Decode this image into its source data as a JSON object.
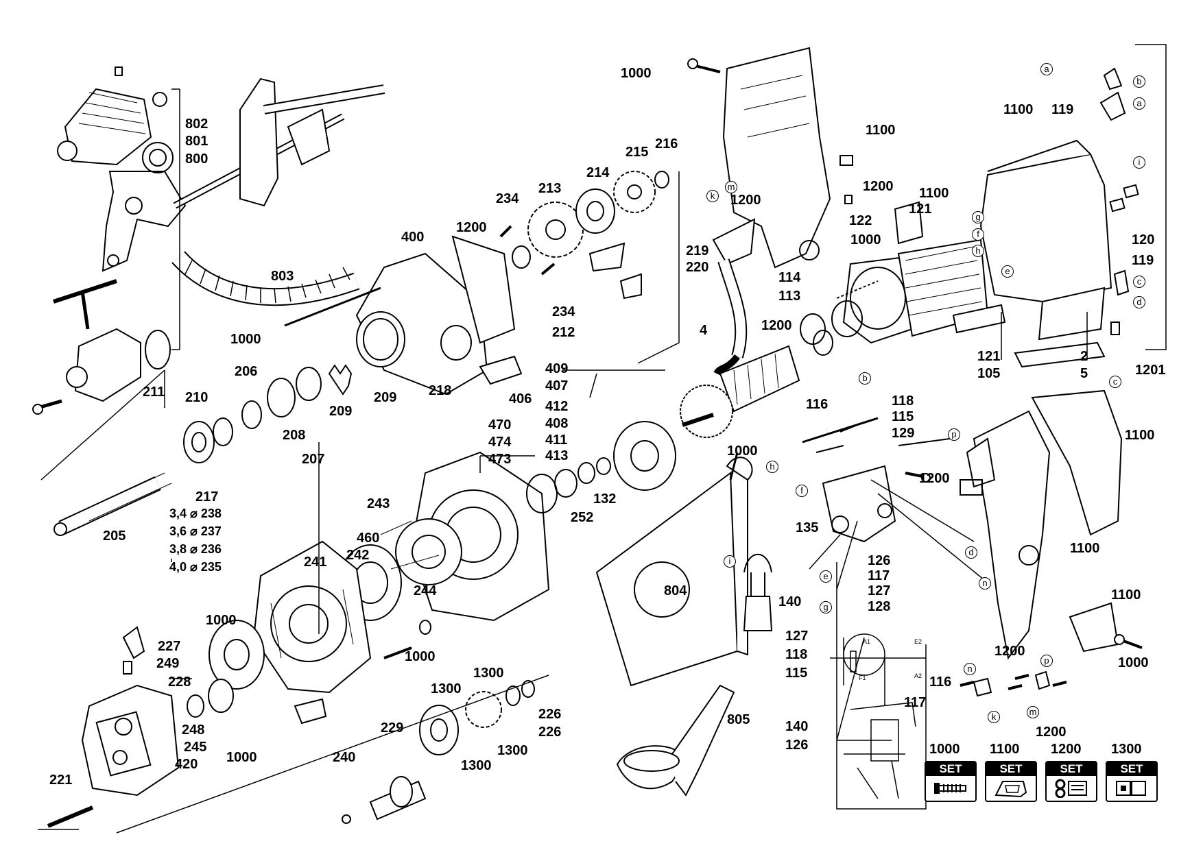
{
  "labels": {
    "l802": "802",
    "l801": "801",
    "l800": "800",
    "l803": "803",
    "l1000a": "1000",
    "l1100a": "1100",
    "l1100b": "1100",
    "l1100c": "1100",
    "l119a": "119",
    "l215": "215",
    "l216": "216",
    "l214": "214",
    "l213": "213",
    "l234a": "234",
    "l400": "400",
    "l1200a": "1200",
    "l219": "219",
    "l220": "220",
    "l234b": "234",
    "l212": "212",
    "l1000b": "1000",
    "l1200b": "1200",
    "l1200c": "1200",
    "l122": "122",
    "l121a": "121",
    "l1000c": "1000",
    "l120": "120",
    "l119b": "119",
    "l114": "114",
    "l113": "113",
    "l1200d": "1200",
    "l4": "4",
    "l121b": "121",
    "l105": "105",
    "l2": "2",
    "l5": "5",
    "l1201": "1201",
    "l211": "211",
    "l206": "206",
    "l209a": "209",
    "l209b": "209",
    "l218": "218",
    "l210": "210",
    "l208": "208",
    "l207": "207",
    "l409": "409",
    "l407": "407",
    "l406": "406",
    "l412": "412",
    "l408": "408",
    "l470": "470",
    "l474": "474",
    "l411": "411",
    "l473": "473",
    "l413": "413",
    "l1000d": "1000",
    "l116a": "116",
    "l118a": "118",
    "l115a": "115",
    "l129": "129",
    "l1100d": "1100",
    "l217": "217",
    "l238": "3,4 ⌀ 238",
    "l237": "3,6 ⌀ 237",
    "l236": "3,8 ⌀ 236",
    "l235": "4,0 ⌀ 235",
    "l205": "205",
    "l243": "243",
    "l132": "132",
    "l252": "252",
    "l1200e": "1200",
    "l135": "135",
    "l460": "460",
    "l242": "242",
    "l241": "241",
    "l1100e": "1100",
    "l1000e": "1000",
    "l804": "804",
    "l126a": "126",
    "l117a": "117",
    "l127a": "127",
    "l128": "128",
    "l140a": "140",
    "l244": "244",
    "l1100f": "1100",
    "l1000f": "1000",
    "l227": "227",
    "l1000g": "1000",
    "l127b": "127",
    "l118b": "118",
    "l115b": "115",
    "l116b": "116",
    "l117b": "117",
    "l140b": "140",
    "l126b": "126",
    "l1000h": "1000",
    "l249": "249",
    "l228": "228",
    "l1300a": "1300",
    "l1300b": "1300",
    "l226a": "226",
    "l226b": "226",
    "l248": "248",
    "l245": "245",
    "l1000i": "1000",
    "l420": "420",
    "l229": "229",
    "l1300c": "1300",
    "l1300d": "1300",
    "l240": "240",
    "l221": "221",
    "l805": "805",
    "l1200f": "1200",
    "l1200g": "1200"
  },
  "letters": {
    "a1": "a",
    "b1": "b",
    "a2": "a",
    "i1": "i",
    "k1": "k",
    "m1": "m",
    "g1": "g",
    "f1": "f",
    "h1": "h",
    "e1": "e",
    "c1": "c",
    "d1": "d",
    "c2": "c",
    "b2": "b",
    "p1": "p",
    "h2": "h",
    "f2": "f",
    "d2": "d",
    "e2": "e",
    "n1": "n",
    "g2": "g",
    "i2": "i",
    "n2": "n",
    "p2": "p",
    "m2": "m",
    "k2": "k"
  },
  "wiring": {
    "a1": "A1",
    "e2": "E2",
    "f1": "F1",
    "a2": "A2"
  },
  "sets": [
    {
      "number": "1000",
      "caption": "SET",
      "icon": "screw-set-icon"
    },
    {
      "number": "1100",
      "caption": "SET",
      "icon": "housing-set-icon"
    },
    {
      "number": "1200",
      "caption": "SET",
      "icon": "small-parts-set-icon"
    },
    {
      "number": "1300",
      "caption": "SET",
      "icon": "gear-set-icon"
    }
  ]
}
